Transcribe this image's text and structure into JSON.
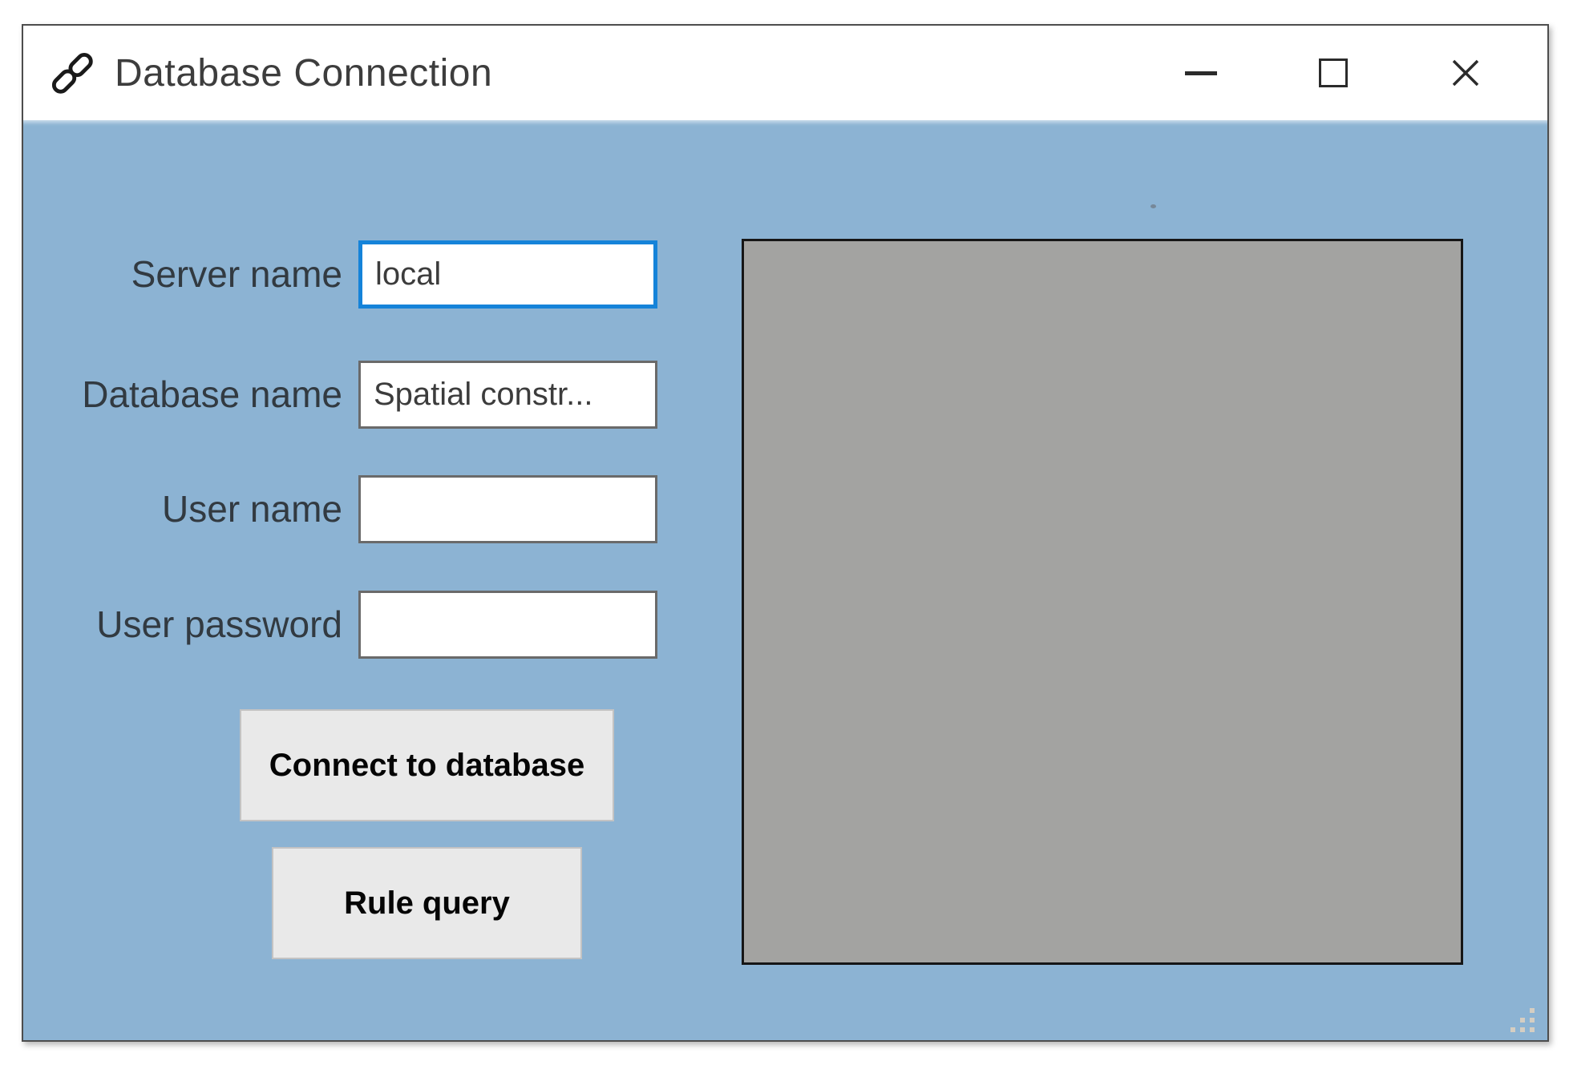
{
  "window": {
    "title": "Database Connection",
    "controls": {
      "minimize_label": "Minimize",
      "maximize_label": "Maximize",
      "close_label": "Close"
    }
  },
  "form": {
    "fields": [
      {
        "label": "Server name",
        "value": "local",
        "state": "focused"
      },
      {
        "label": "Database name",
        "value": "Spatial constr...",
        "state": "normal"
      },
      {
        "label": "User name",
        "value": "",
        "state": "normal"
      },
      {
        "label": "User password",
        "value": "",
        "state": "normal"
      }
    ],
    "buttons": [
      {
        "label": "Connect to database"
      },
      {
        "label": "Rule query"
      }
    ]
  },
  "panel": {
    "content": ""
  },
  "icons": {
    "title_icon": "link-chain-icon",
    "grip": "resize-grip-dots"
  },
  "colors": {
    "client_bg": "#8cb3d3",
    "panel_bg": "#a3a3a1",
    "focus_border": "#1583d9",
    "input_border": "#6a6a6a",
    "button_bg": "#e9e9e9",
    "label_color": "#323a41",
    "title_color": "#3d3d3d"
  }
}
